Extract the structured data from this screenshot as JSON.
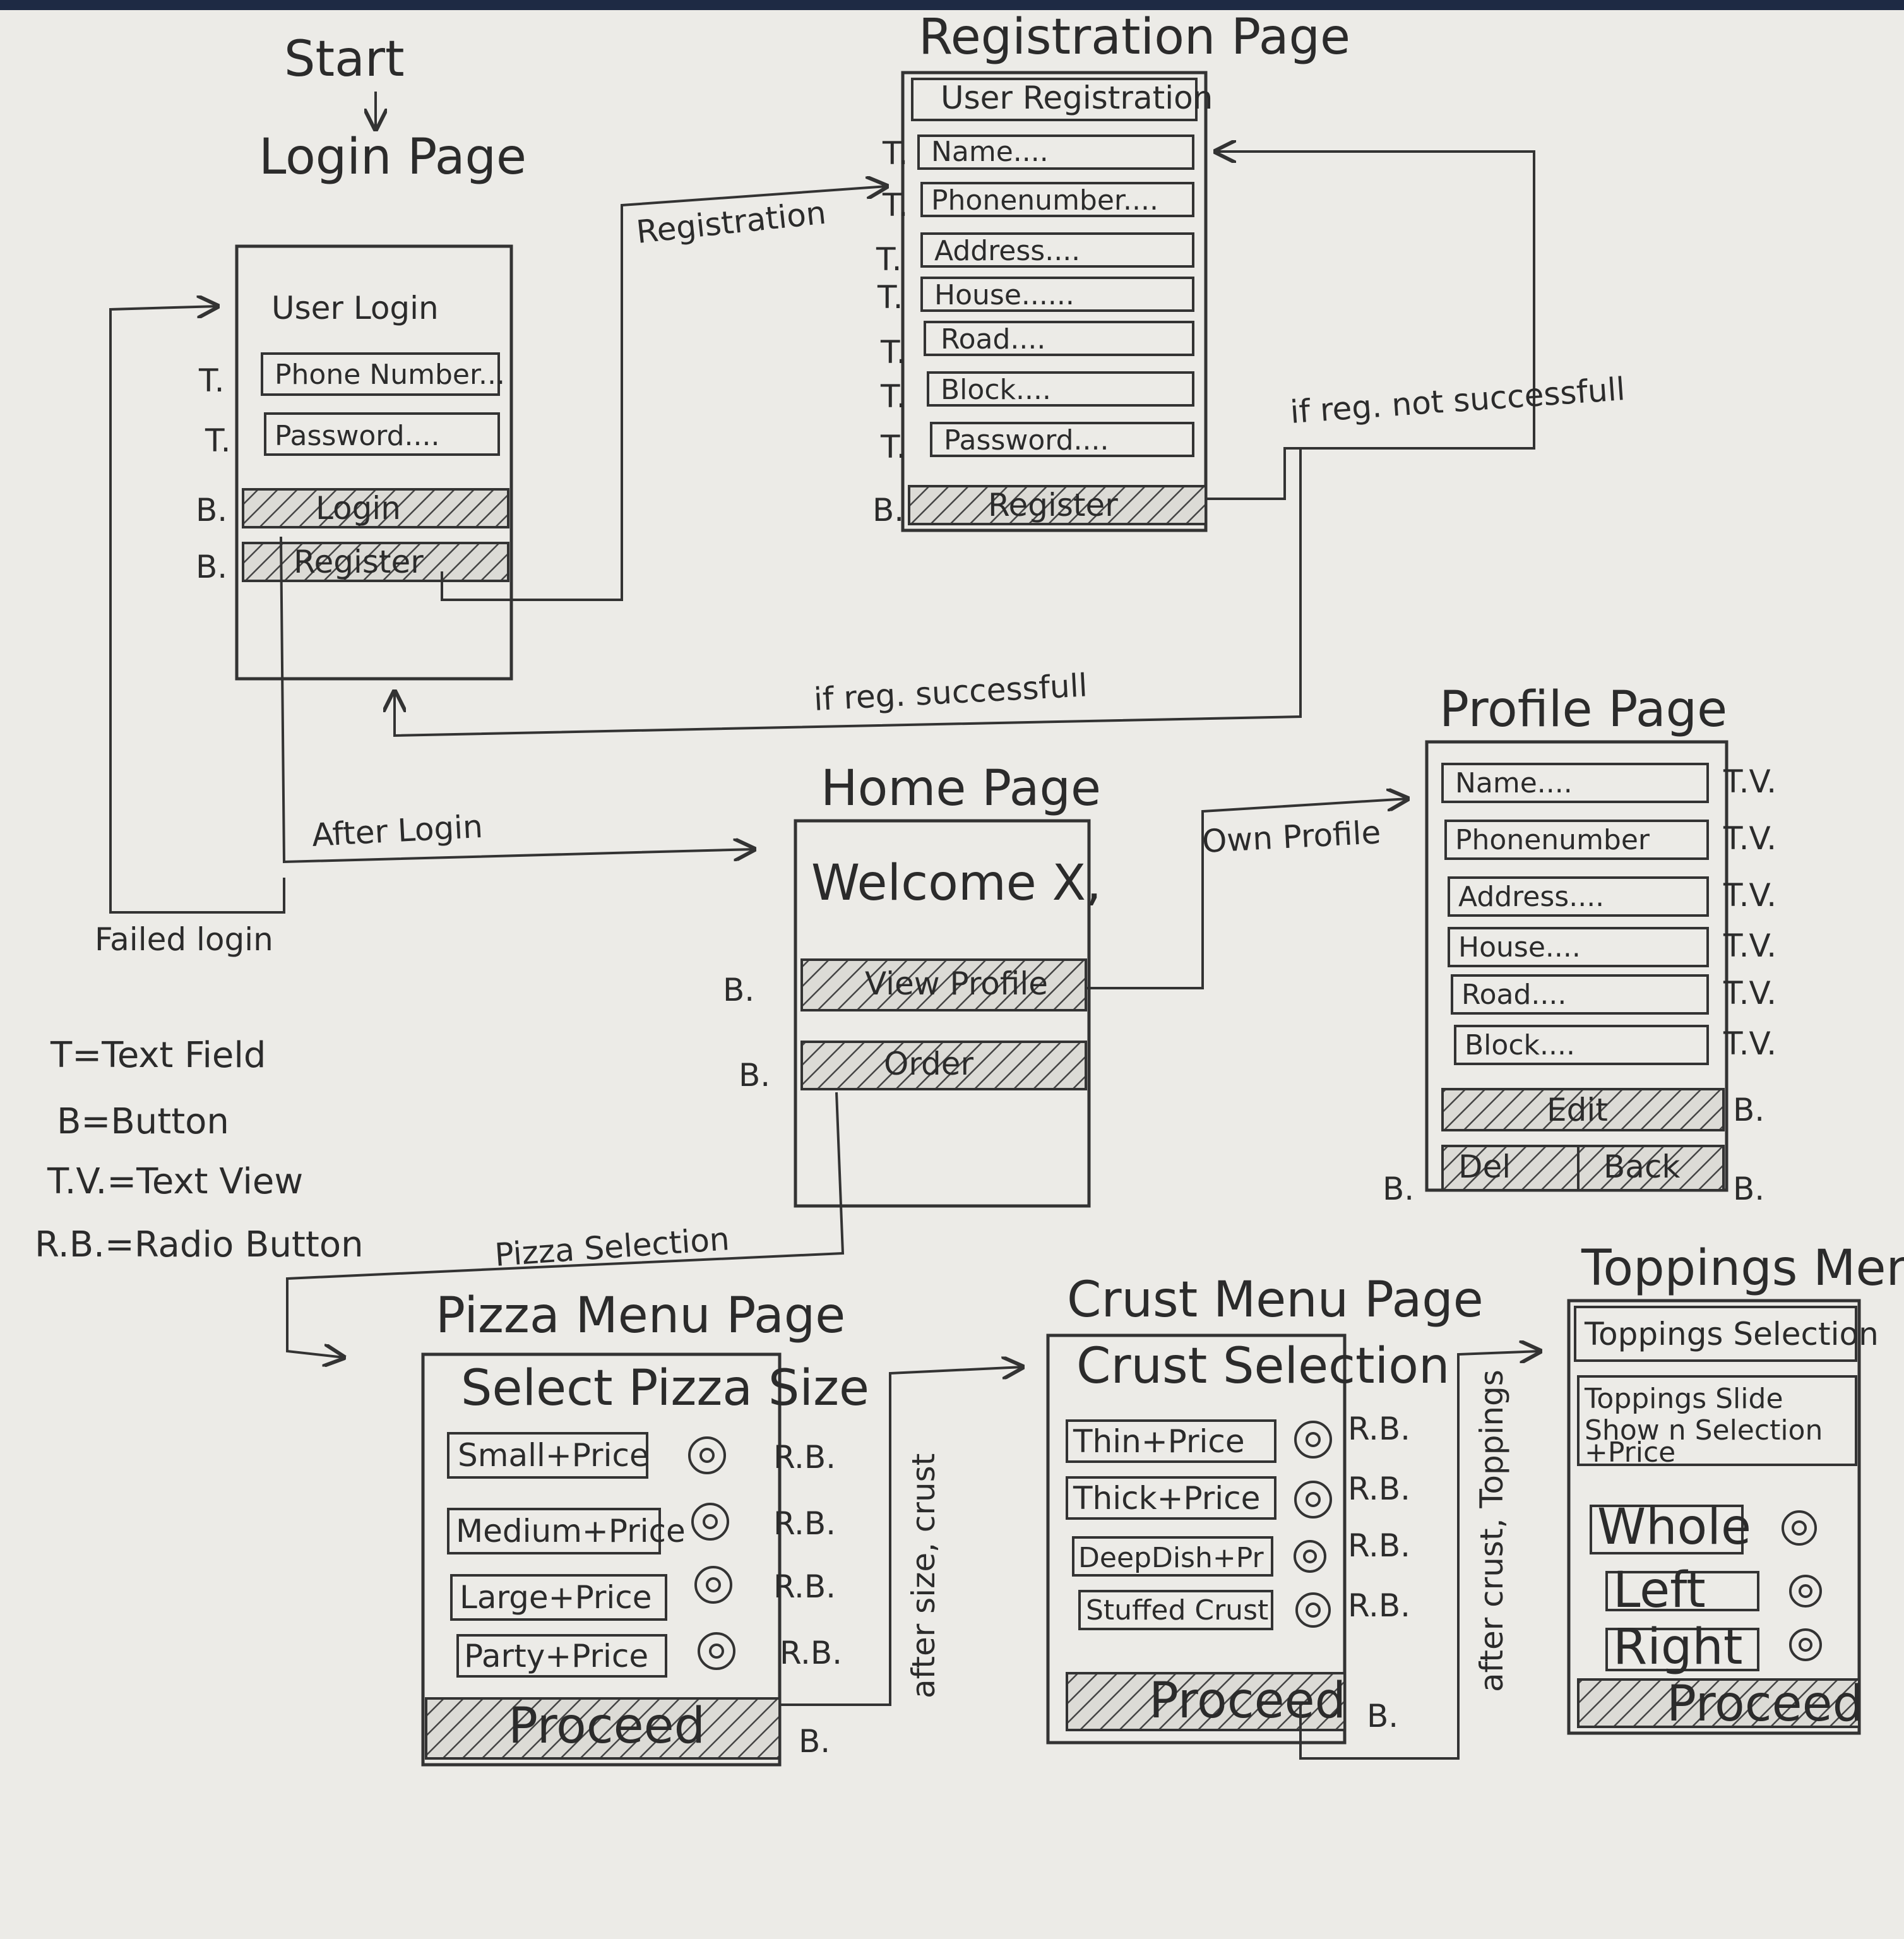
{
  "start_label": "Start",
  "legend": [
    "T=Text Field",
    "B=Button",
    "T.V.=Text View",
    "R.B.=Radio Button"
  ],
  "login_page": {
    "title": "Login Page",
    "header": "User Login",
    "fields": [
      {
        "tag": "T.",
        "text": "Phone Number..."
      },
      {
        "tag": "T.",
        "text": "Password...."
      }
    ],
    "buttons": [
      {
        "tag": "B.",
        "text": "Login"
      },
      {
        "tag": "B.",
        "text": "Register"
      }
    ]
  },
  "registration_page": {
    "title": "Registration Page",
    "header": "User Registration",
    "fields": [
      {
        "tag": "T.",
        "text": "Name...."
      },
      {
        "tag": "T.",
        "text": "Phonenumber...."
      },
      {
        "tag": "T.",
        "text": "Address...."
      },
      {
        "tag": "T.",
        "text": "House......"
      },
      {
        "tag": "T.",
        "text": "Road...."
      },
      {
        "tag": "T.",
        "text": "Block...."
      },
      {
        "tag": "T.",
        "text": "Password...."
      }
    ],
    "button": {
      "tag": "B.",
      "text": "Register"
    }
  },
  "home_page": {
    "title": "Home Page",
    "welcome": "Welcome X,",
    "buttons": [
      {
        "tag": "B.",
        "text": "View Profile"
      },
      {
        "tag": "B.",
        "text": "Order"
      }
    ]
  },
  "profile_page": {
    "title": "Profile Page",
    "views": [
      {
        "tag": "T.V.",
        "text": "Name...."
      },
      {
        "tag": "T.V.",
        "text": "Phonenumber"
      },
      {
        "tag": "T.V.",
        "text": "Address...."
      },
      {
        "tag": "T.V.",
        "text": "House...."
      },
      {
        "tag": "T.V.",
        "text": "Road...."
      },
      {
        "tag": "T.V.",
        "text": "Block...."
      }
    ],
    "edit_button": {
      "tag": "B.",
      "text": "Edit"
    },
    "del_button": {
      "tag": "B.",
      "text": "Del"
    },
    "back_button": {
      "tag": "B.",
      "text": "Back"
    }
  },
  "pizza_page": {
    "title": "Pizza Menu Page",
    "header": "Select Pizza Size",
    "options": [
      {
        "text": "Small+Price",
        "tag": "R.B."
      },
      {
        "text": "Medium+Price",
        "tag": "R.B."
      },
      {
        "text": "Large+Price",
        "tag": "R.B."
      },
      {
        "text": "Party+Price",
        "tag": "R.B."
      }
    ],
    "button": {
      "tag": "B.",
      "text": "Proceed"
    }
  },
  "crust_page": {
    "title": "Crust Menu Page",
    "header": "Crust Selection",
    "options": [
      {
        "text": "Thin+Price",
        "tag": "R.B."
      },
      {
        "text": "Thick+Price",
        "tag": "R.B."
      },
      {
        "text": "DeepDish+Pr",
        "tag": "R.B."
      },
      {
        "text": "Stuffed Crust",
        "tag": "R.B."
      }
    ],
    "button": {
      "tag": "B.",
      "text": "Proceed"
    }
  },
  "toppings_page": {
    "title": "Toppings Menu",
    "header": "Toppings Selection",
    "slide_lines": [
      "Toppings Slide",
      "Show n Selection",
      "+Price"
    ],
    "options": [
      "Whole",
      "Left",
      "Right"
    ],
    "button": {
      "text": "Proceed"
    }
  },
  "connectors": {
    "registration": "Registration",
    "if_reg_not_success": "if reg. not successfull",
    "if_reg_success": "if reg. successfull",
    "after_login": "After Login",
    "failed_login": "Failed login",
    "own_profile": "Own Profile",
    "pizza_selection": "Pizza Selection",
    "after_size_crust": "after size, crust",
    "after_crust_toppings": "after crust, Toppings"
  }
}
